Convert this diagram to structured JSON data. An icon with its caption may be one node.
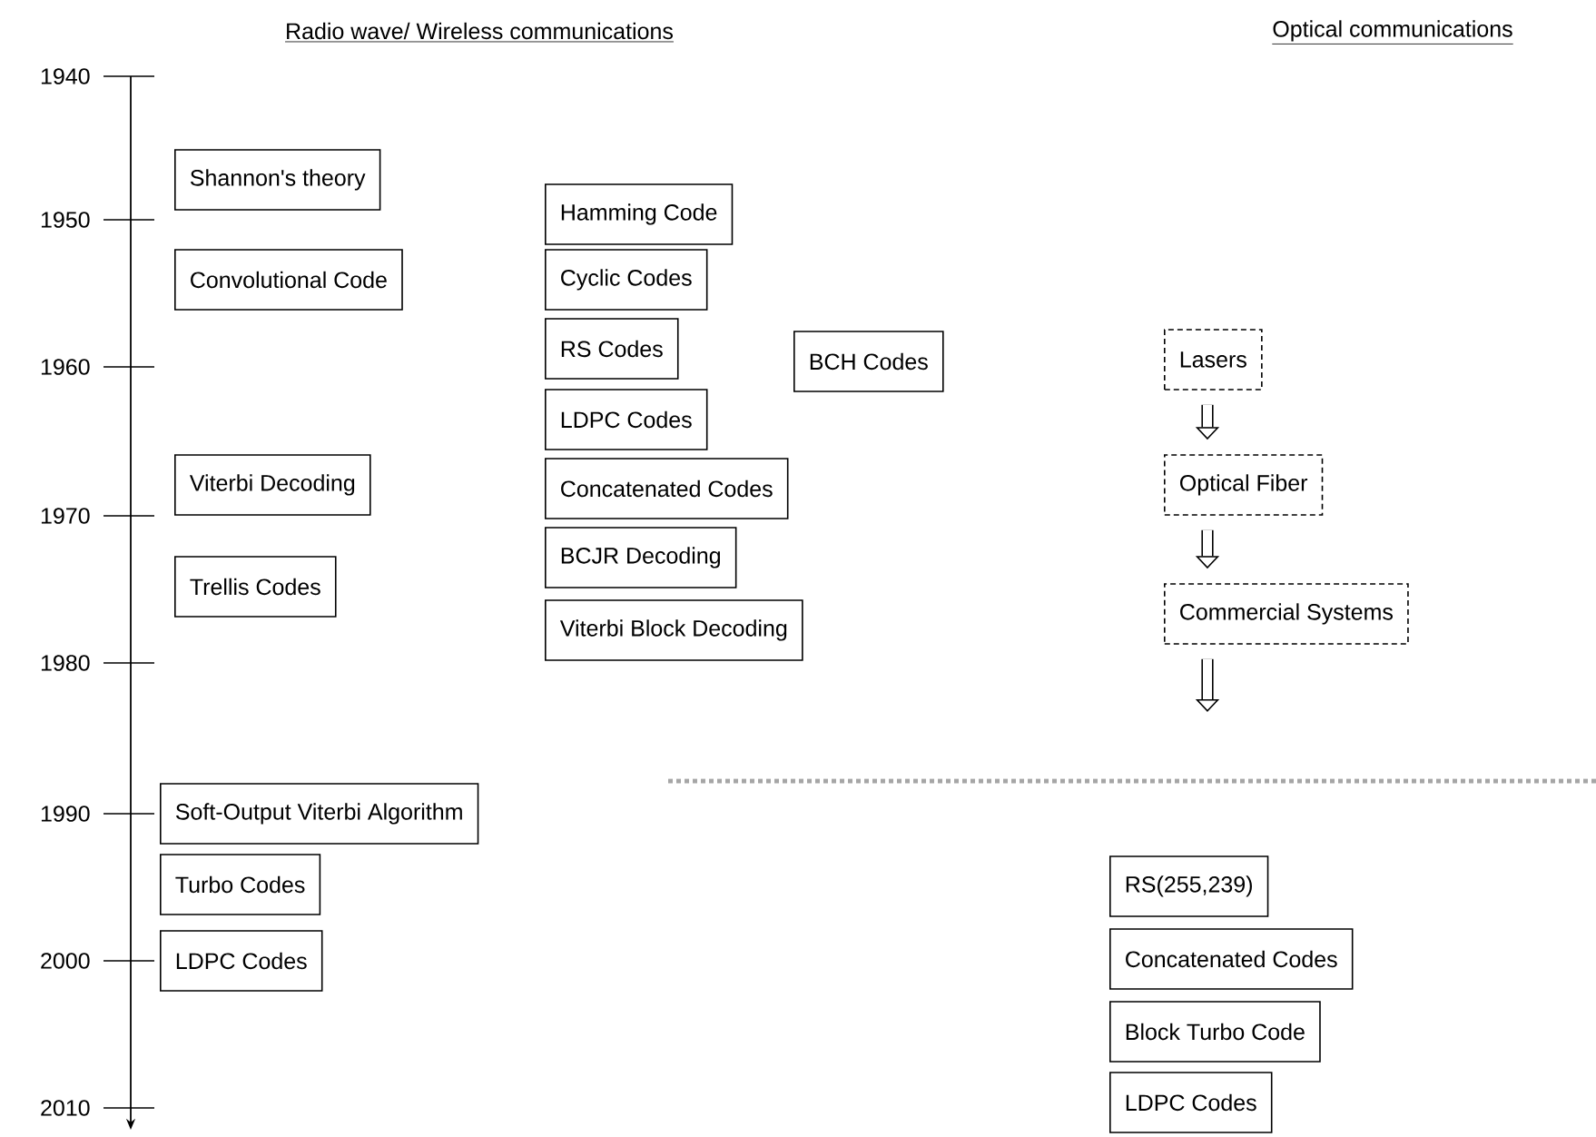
{
  "diagram": {
    "nodes": [
      {
        "text": [
          "Shannon's theory"
        ]
      },
      {
        "text": [
          "Convolutional Code"
        ]
      },
      {
        "text": [
          "Viterbi Decoding"
        ]
      },
      {
        "text": [
          "Trellis Codes"
        ]
      },
      {
        "text": [
          "Hamming Code"
        ]
      },
      {
        "text": [
          "Cyclic Codes"
        ]
      },
      {
        "text": [
          "RS Codes"
        ]
      },
      {
        "text": [
          "BCH Codes"
        ]
      },
      {
        "text": [
          "LDPC Codes"
        ]
      },
      {
        "text": [
          "Concatenated Codes"
        ]
      },
      {
        "text": [
          "BCJR Decoding"
        ]
      },
      {
        "text": [
          "Viterbi Block Decoding"
        ]
      },
      {
        "text": [
          "Soft-Output Viterbi Algorithm"
        ]
      },
      {
        "text": [
          "Turbo Codes"
        ]
      },
      {
        "text": [
          "LDPC Codes"
        ]
      },
      {
        "text": [
          "Lasers"
        ]
      },
      {
        "text": [
          "Optical Fiber"
        ]
      },
      {
        "text": [
          "Commercial Systems"
        ]
      },
      {
        "text": [
          "RS(255,239)"
        ]
      },
      {
        "text": [
          "Concatenated Codes"
        ]
      },
      {
        "text": [
          "Block Turbo Code"
        ]
      },
      {
        "text": [
          "LDPC Codes"
        ]
      }
    ],
    "edges": [
      {
        "from": 15,
        "to": 16,
        "arrow": "to"
      },
      {
        "from": 16,
        "to": 17,
        "arrow": "to"
      },
      {
        "from": 17,
        "to": null,
        "arrow": "to"
      }
    ],
    "labels": [
      "Radio wave/ Wireless communications",
      "Optical communications",
      "1940",
      "1950",
      "1960",
      "1970",
      "1980",
      "1990",
      "2000",
      "2010"
    ]
  }
}
